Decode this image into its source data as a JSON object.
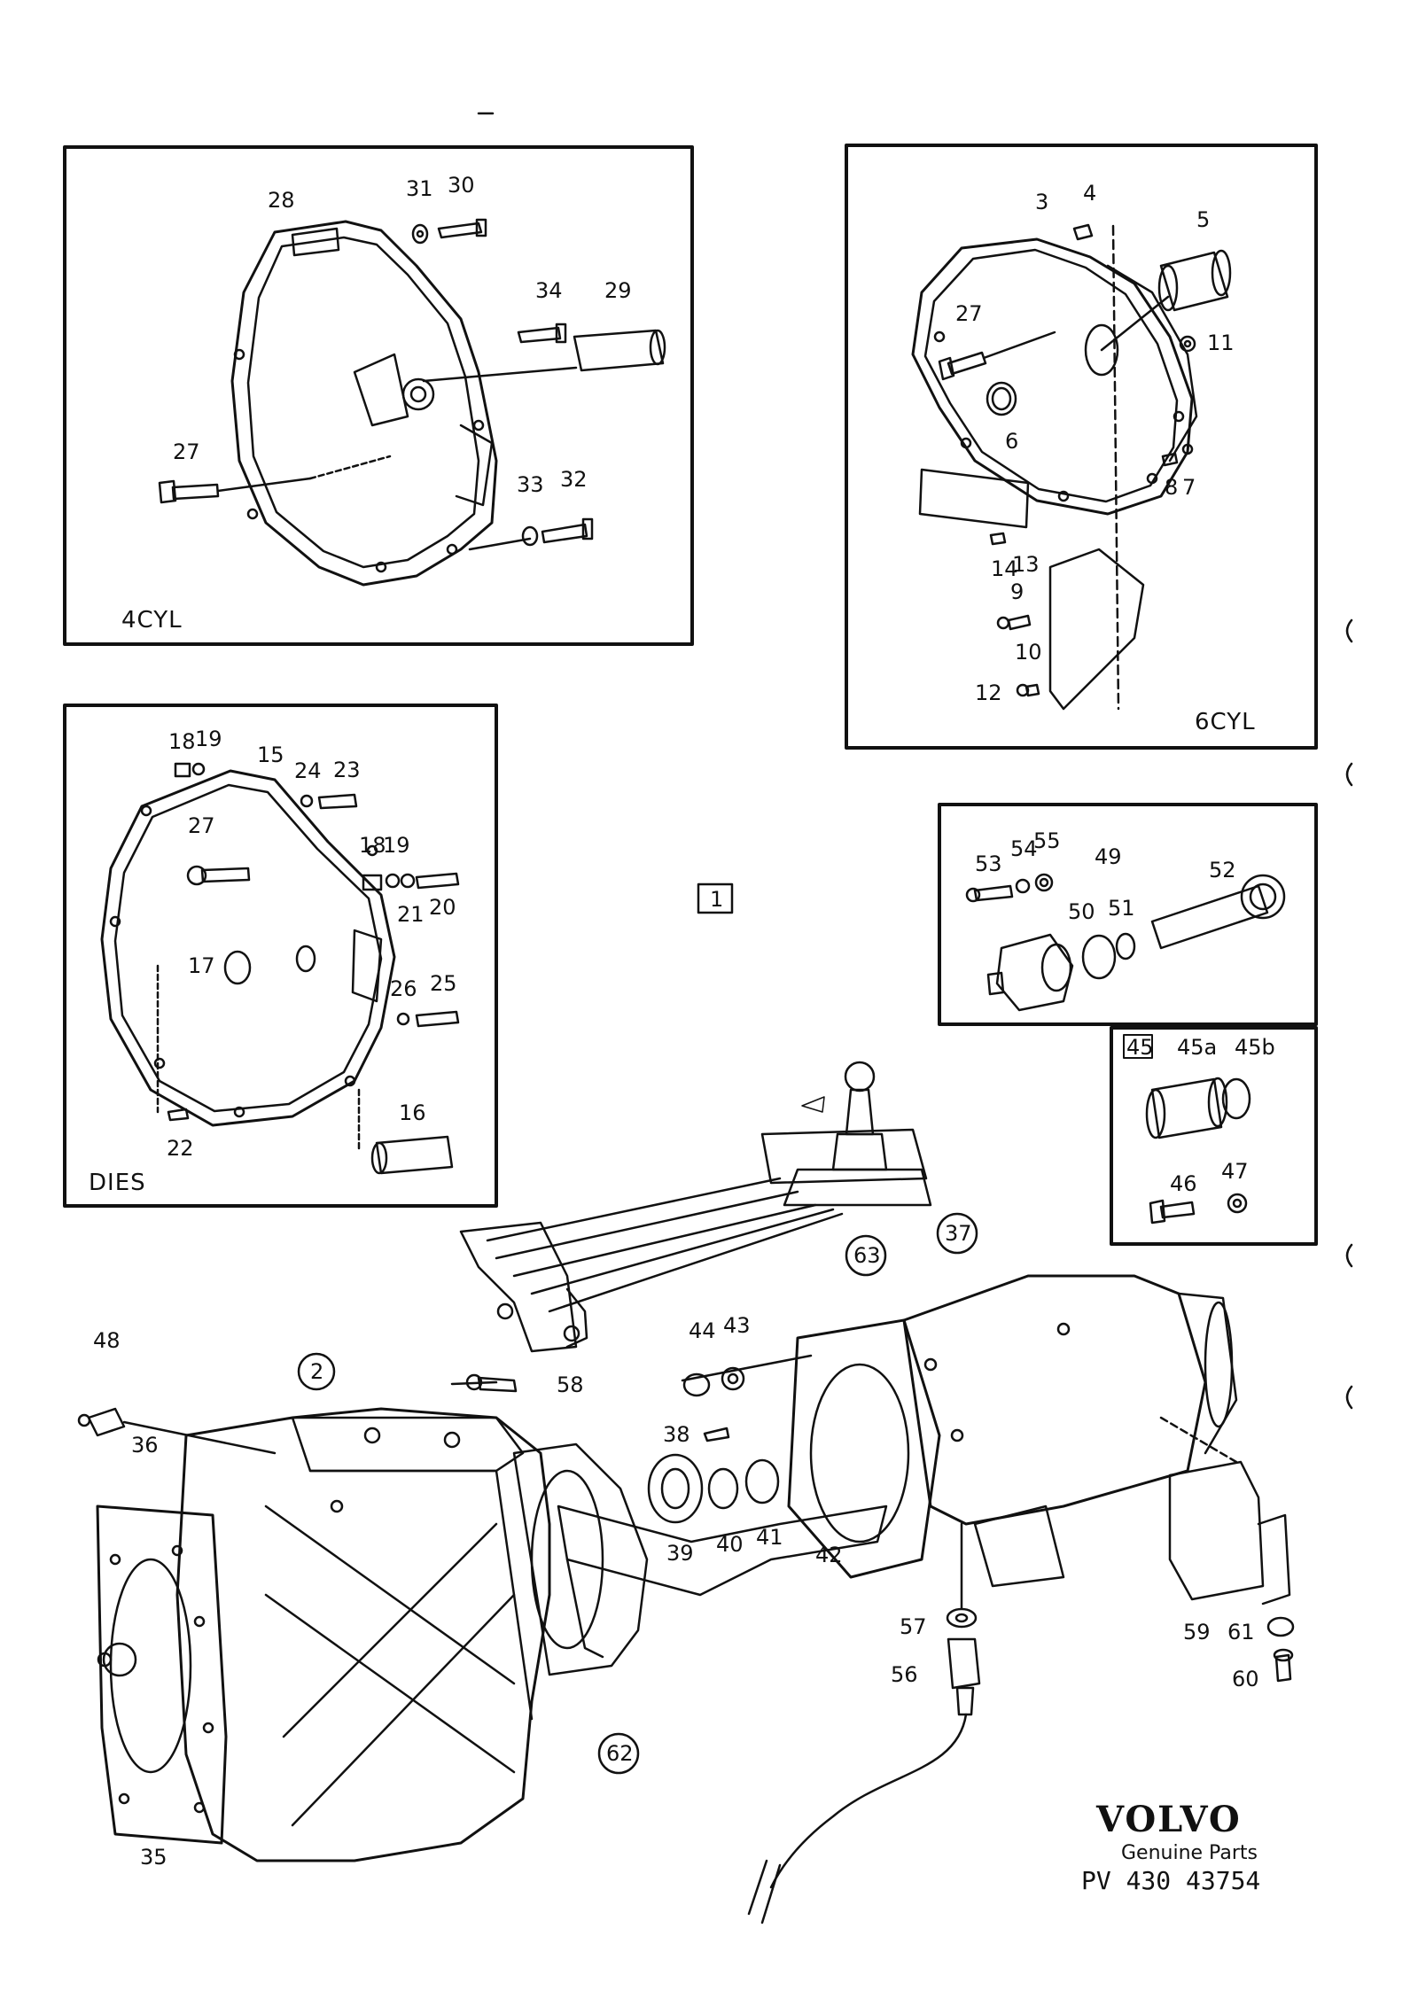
{
  "panels": {
    "four_cyl": "4CYL",
    "six_cyl": "6CYL",
    "dies": "DIES",
    "group_box": "1",
    "box45": "45"
  },
  "labels": {
    "p4": [
      "28",
      "31",
      "30",
      "34",
      "29",
      "27",
      "33",
      "32"
    ],
    "p6": [
      "3",
      "4",
      "5",
      "27",
      "11",
      "6",
      "8",
      "7",
      "14",
      "13",
      "9",
      "10",
      "12"
    ],
    "pd": [
      "18",
      "19",
      "15",
      "24",
      "23",
      "27",
      "18",
      "19",
      "21",
      "20",
      "17",
      "26",
      "25",
      "16",
      "22"
    ],
    "pspeedo": [
      "53",
      "54",
      "55",
      "49",
      "52",
      "50",
      "51"
    ],
    "p45": [
      "45a",
      "45b",
      "46",
      "47"
    ],
    "main": [
      "48",
      "2",
      "58",
      "36",
      "35",
      "44",
      "43",
      "38",
      "39",
      "40",
      "41",
      "42",
      "37",
      "63",
      "62",
      "57",
      "56",
      "59",
      "61",
      "60"
    ]
  },
  "brand": {
    "name": "VOLVO",
    "tagline": "Genuine Parts",
    "code": "PV 430 43754"
  }
}
